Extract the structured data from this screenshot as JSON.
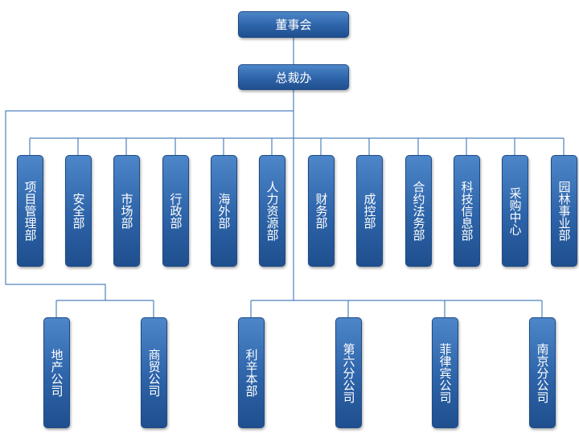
{
  "board": "董事会",
  "ceo": "总裁办",
  "departments": [
    "项目管理部",
    "安全部",
    "市场部",
    "行政部",
    "海外部",
    "人力资源部",
    "财务部",
    "成控部",
    "合约法务部",
    "科技信息部",
    "采购中心",
    "园林事业部"
  ],
  "left_group": [
    "地产公司",
    "商贸公司"
  ],
  "right_group": [
    "利辛本部",
    "第六分公司",
    "菲律宾公司",
    "南京分公司"
  ],
  "colors": {
    "node_fill": "#2d63a8",
    "node_border": "#1d4a85",
    "line": "#4f81bd",
    "text": "#ffffff"
  }
}
